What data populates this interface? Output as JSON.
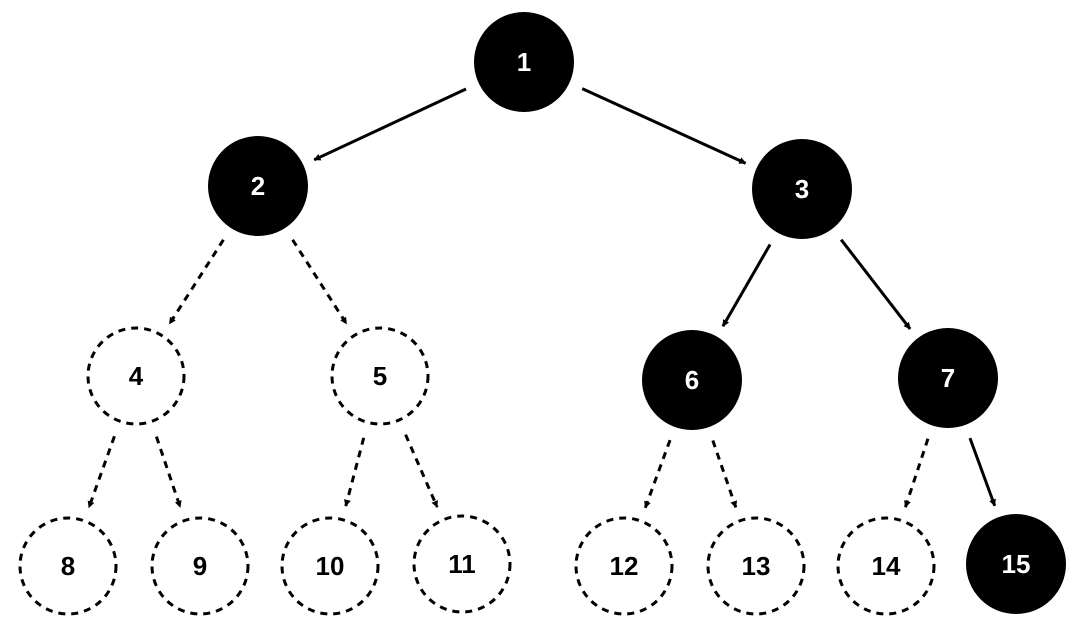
{
  "colors": {
    "filled_fill": "#000000",
    "filled_text": "#ffffff",
    "hollow_fill": "#ffffff",
    "hollow_stroke": "#000000",
    "hollow_text": "#000000",
    "edge": "#000000"
  },
  "nodes": [
    {
      "id": "1",
      "label": "1",
      "style": "filled"
    },
    {
      "id": "2",
      "label": "2",
      "style": "filled"
    },
    {
      "id": "3",
      "label": "3",
      "style": "filled"
    },
    {
      "id": "4",
      "label": "4",
      "style": "dashed"
    },
    {
      "id": "5",
      "label": "5",
      "style": "dashed"
    },
    {
      "id": "6",
      "label": "6",
      "style": "filled"
    },
    {
      "id": "7",
      "label": "7",
      "style": "filled"
    },
    {
      "id": "8",
      "label": "8",
      "style": "dashed"
    },
    {
      "id": "9",
      "label": "9",
      "style": "dashed"
    },
    {
      "id": "10",
      "label": "10",
      "style": "dashed"
    },
    {
      "id": "11",
      "label": "11",
      "style": "dashed"
    },
    {
      "id": "12",
      "label": "12",
      "style": "dashed"
    },
    {
      "id": "13",
      "label": "13",
      "style": "dashed"
    },
    {
      "id": "14",
      "label": "14",
      "style": "dashed"
    },
    {
      "id": "15",
      "label": "15",
      "style": "filled"
    }
  ],
  "edges": [
    {
      "from": "1",
      "to": "2",
      "style": "solid"
    },
    {
      "from": "1",
      "to": "3",
      "style": "solid"
    },
    {
      "from": "2",
      "to": "4",
      "style": "dashed"
    },
    {
      "from": "2",
      "to": "5",
      "style": "dashed"
    },
    {
      "from": "3",
      "to": "6",
      "style": "solid"
    },
    {
      "from": "3",
      "to": "7",
      "style": "solid"
    },
    {
      "from": "4",
      "to": "8",
      "style": "dashed"
    },
    {
      "from": "4",
      "to": "9",
      "style": "dashed"
    },
    {
      "from": "5",
      "to": "10",
      "style": "dashed"
    },
    {
      "from": "5",
      "to": "11",
      "style": "dashed"
    },
    {
      "from": "6",
      "to": "12",
      "style": "dashed"
    },
    {
      "from": "6",
      "to": "13",
      "style": "dashed"
    },
    {
      "from": "7",
      "to": "14",
      "style": "dashed"
    },
    {
      "from": "7",
      "to": "15",
      "style": "solid"
    }
  ]
}
